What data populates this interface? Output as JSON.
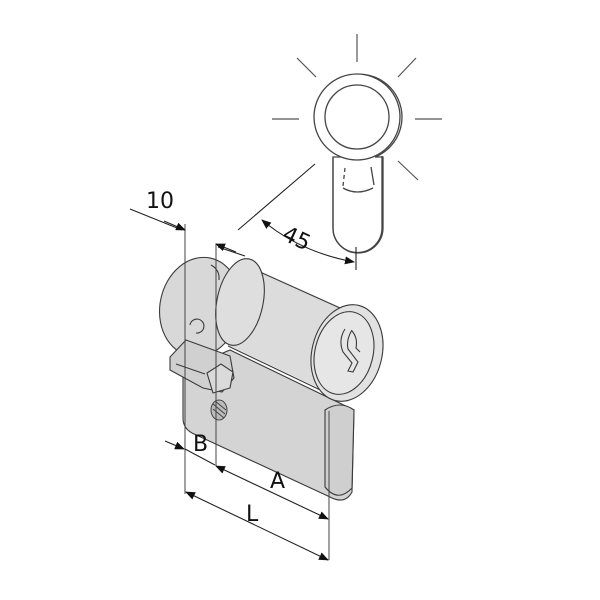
{
  "diagram": {
    "subject": "half euro profile cylinder lock",
    "colors": {
      "background": "#ffffff",
      "line": "#333333",
      "body_fill": "#d9d9d9",
      "body_shadow": "#c8c8c8",
      "face_fill": "#e4e4e4",
      "annotation": "#111111"
    },
    "dimensions": {
      "cam_width": {
        "label": "10"
      },
      "rotation_angle": {
        "label": "45"
      },
      "offset_b": {
        "label": "B"
      },
      "length_a": {
        "label": "A"
      },
      "length_l": {
        "label": "L"
      }
    },
    "elements": [
      "keyhole-profile-view",
      "light-rays",
      "cylinder-body",
      "cam",
      "fixing-screw-hole",
      "key-slot"
    ]
  }
}
